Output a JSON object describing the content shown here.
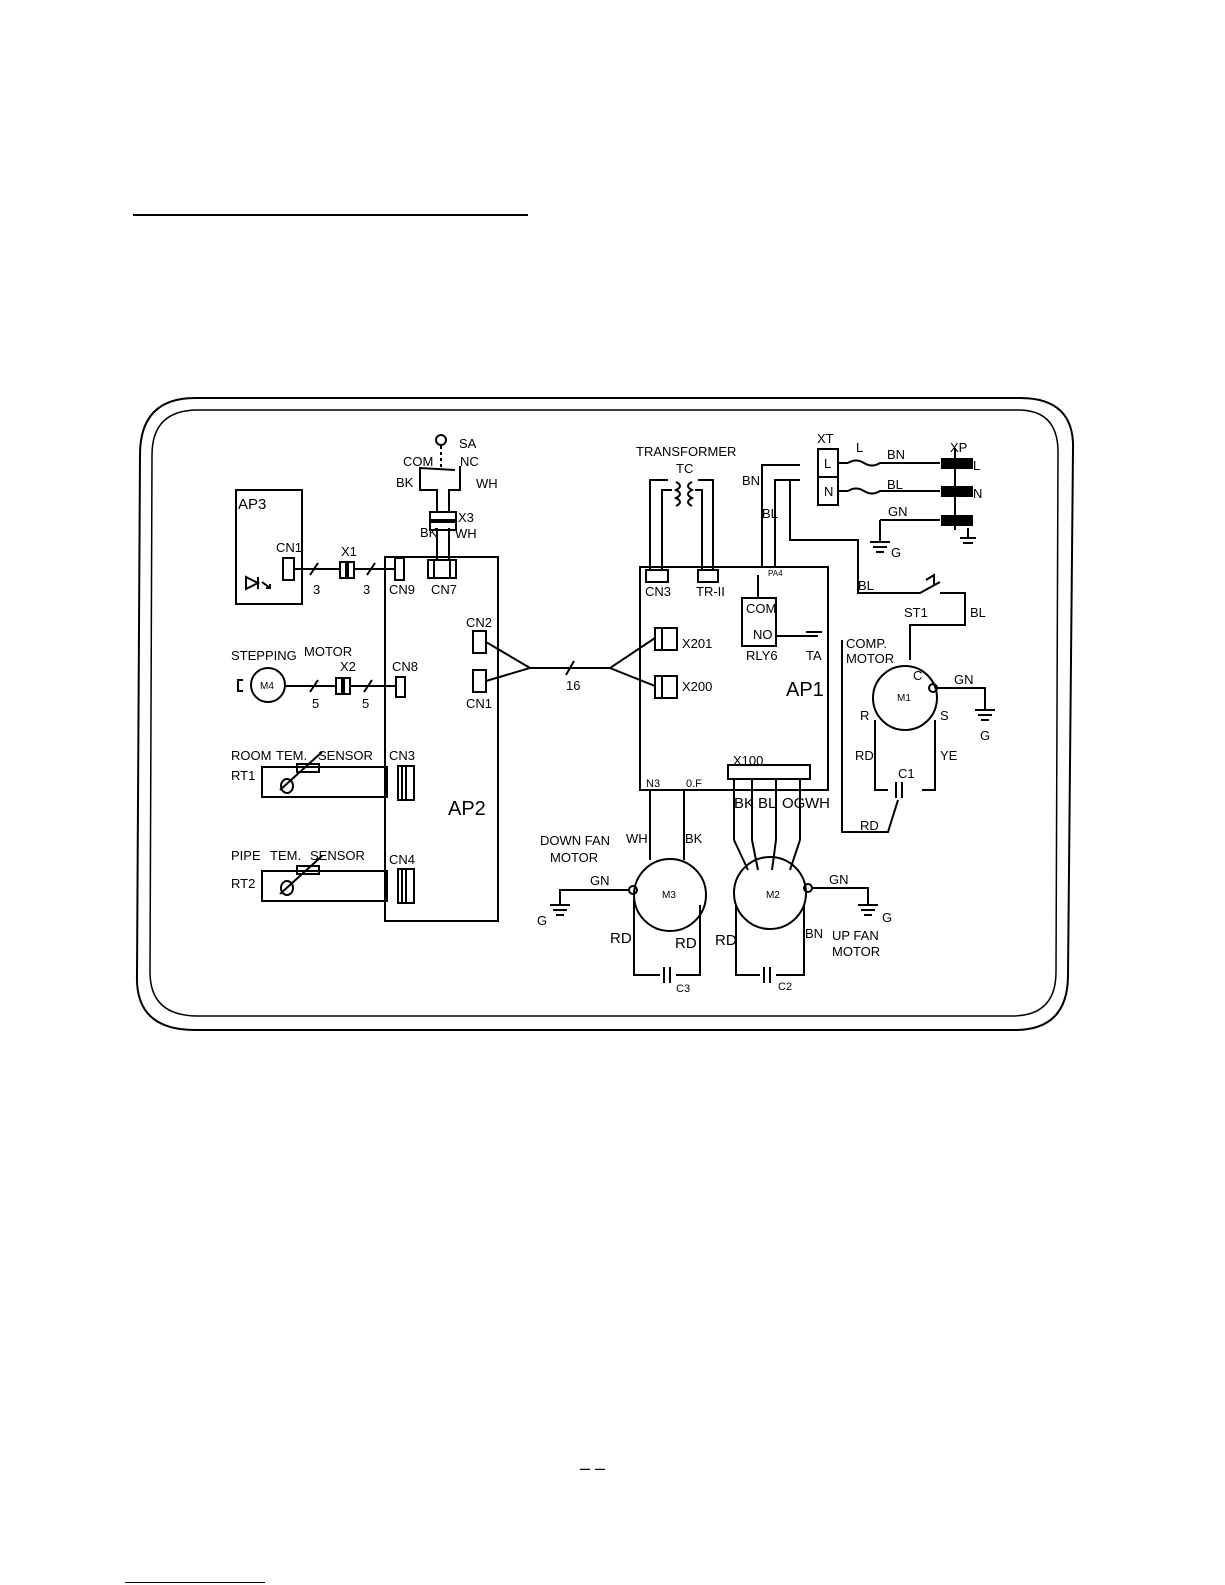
{
  "labels": {
    "ap3": "AP3",
    "ap2": "AP2",
    "ap1": "AP1",
    "cn1_ap3": "CN1",
    "x1": "X1",
    "x1_left": "3",
    "x1_right": "3",
    "cn9": "CN9",
    "cn7": "CN7",
    "stepping": "STEPPING",
    "motor": "MOTOR",
    "m4": "M4",
    "x2": "X2",
    "x2_left": "5",
    "x2_right": "5",
    "cn8": "CN8",
    "room": "ROOM",
    "room_tem": "TEM.",
    "room_sensor": "SENSOR",
    "rt1": "RT1",
    "cn3_ap2": "CN3",
    "pipe": "PIPE",
    "pipe_tem": "TEM.",
    "pipe_sensor": "SENSOR",
    "rt2": "RT2",
    "cn4": "CN4",
    "cn2": "CN2",
    "cn1_ap2": "CN1",
    "bus": "16",
    "sa": "SA",
    "com_sw": "COM",
    "nc": "NC",
    "bk_sw": "BK",
    "wh_sw": "WH",
    "x3": "X3",
    "bk_x3": "BK",
    "wh_x3": "WH",
    "transformer": "TRANSFORMER",
    "tc": "TC",
    "cn3_ap1": "CN3",
    "tr": "TR-II",
    "x201": "X201",
    "x200": "X200",
    "com_rly": "COM",
    "no_rly": "NO",
    "rly6": "RLY6",
    "ta": "TA",
    "pa": "PA4",
    "x100": "X100",
    "n3": "N3",
    "of": "0.F",
    "xt": "XT",
    "xt_l": "L",
    "xt_n": "N",
    "l_fuse": "L",
    "bn_top": "BN",
    "bl_top": "BL",
    "gn_top": "GN",
    "xp": "XP",
    "xp_l": "L",
    "xp_n": "N",
    "g_top": "G",
    "bn_left": "BN",
    "bl_left": "BL",
    "bl_st": "BL",
    "st1": "ST1",
    "bl_right": "BL",
    "comp": "COMP.",
    "comp_motor": "MOTOR",
    "m1": "M1",
    "c": "C",
    "r": "R",
    "s": "S",
    "gn_m1": "GN",
    "g_m1": "G",
    "rd_m1": "RD",
    "ye": "YE",
    "c1": "C1",
    "rd_bottom": "RD",
    "down_fan": "DOWN FAN",
    "down_motor": "MOTOR",
    "wh_fan": "WH",
    "bk_fan": "BK",
    "gn_m3": "GN",
    "g_m3": "G",
    "m3": "M3",
    "rd_m3_l": "RD",
    "rd_m3_r": "RD",
    "c3": "C3",
    "bk_x100": "BK",
    "bl_x100": "BL",
    "og_x100": "OG",
    "wh_x100": "WH",
    "m2": "M2",
    "rd_m2": "RD",
    "bn_m2": "BN",
    "gn_m2": "GN",
    "g_m2": "G",
    "up_fan": "UP FAN",
    "up_motor": "MOTOR",
    "c2": "C2"
  },
  "page_number": "–  –"
}
